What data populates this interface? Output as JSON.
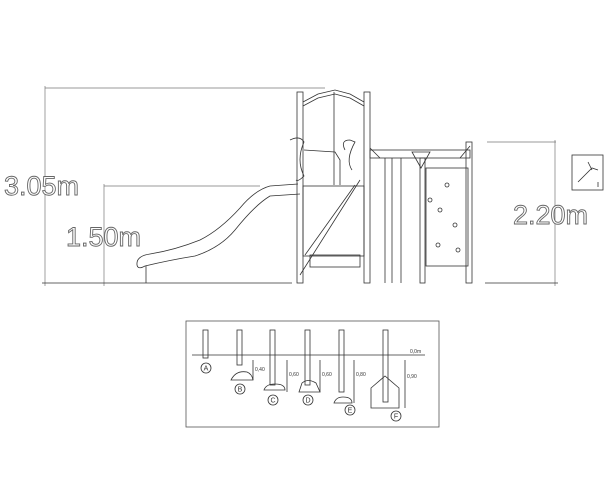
{
  "dimensions": {
    "total_height": "3.05m",
    "platform_height": "1.50m",
    "bar_height": "2.20m"
  },
  "footings": {
    "ground_level": "0,0m",
    "items": [
      {
        "label": "A",
        "depth": ""
      },
      {
        "label": "B",
        "depth": "0,40"
      },
      {
        "label": "C",
        "depth": "0,60"
      },
      {
        "label": "D",
        "depth": "0,60"
      },
      {
        "label": "E",
        "depth": "0,80"
      },
      {
        "label": "F",
        "depth": "0,90"
      }
    ]
  }
}
